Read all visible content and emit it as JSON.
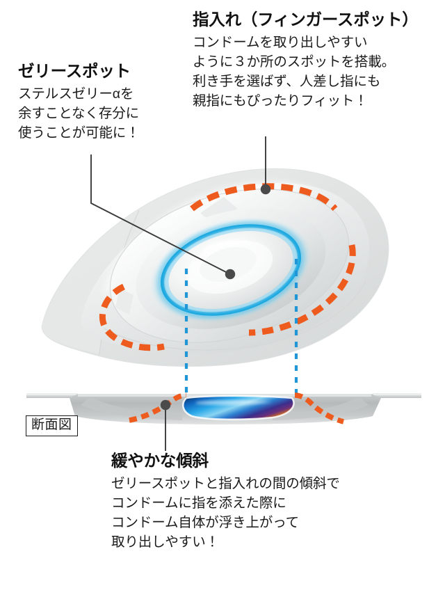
{
  "diagram": {
    "title_context": "コンドームパッケージ構造説明図",
    "colors": {
      "orange_dash": "#EE5B1E",
      "blue_ring": "#1BA8E0",
      "blue_guide": "#2196D6",
      "leader_line": "#3a3a3a",
      "text": "#1a1a1a",
      "tray_light": "#f2f3f3",
      "tray_mid": "#d9dbdb",
      "tray_dark": "#b9bcbc",
      "section_blue": "#1464c8",
      "section_purple": "#3c2a7a"
    },
    "callouts": [
      {
        "id": "jelly",
        "heading": "ゼリースポット",
        "lines": [
          "ステルスゼリーαを",
          "余すことなく存分に",
          "使うことが可能に！"
        ]
      },
      {
        "id": "finger",
        "heading": "指入れ（フィンガースポット）",
        "lines": [
          "コンドームを取り出しやすい",
          "ように３か所のスポットを搭載。",
          "利き手を選ばず、人差し指にも",
          "親指にもぴったりフィット！"
        ]
      },
      {
        "id": "slope",
        "heading": "緩やかな傾斜",
        "lines": [
          "ゼリースポットと指入れの間の傾斜で",
          "コンドームに指を添えた際に",
          "コンドーム自体が浮き上がって",
          "取り出しやすい！"
        ]
      }
    ],
    "section_label": "断面図",
    "features": {
      "finger_spot_count": "3",
      "finger_spot_marker": "orange-dashed-arc",
      "jelly_spot_marker": "blue-glow-ring",
      "guide_line_marker": "cyan-dotted-vertical"
    }
  }
}
